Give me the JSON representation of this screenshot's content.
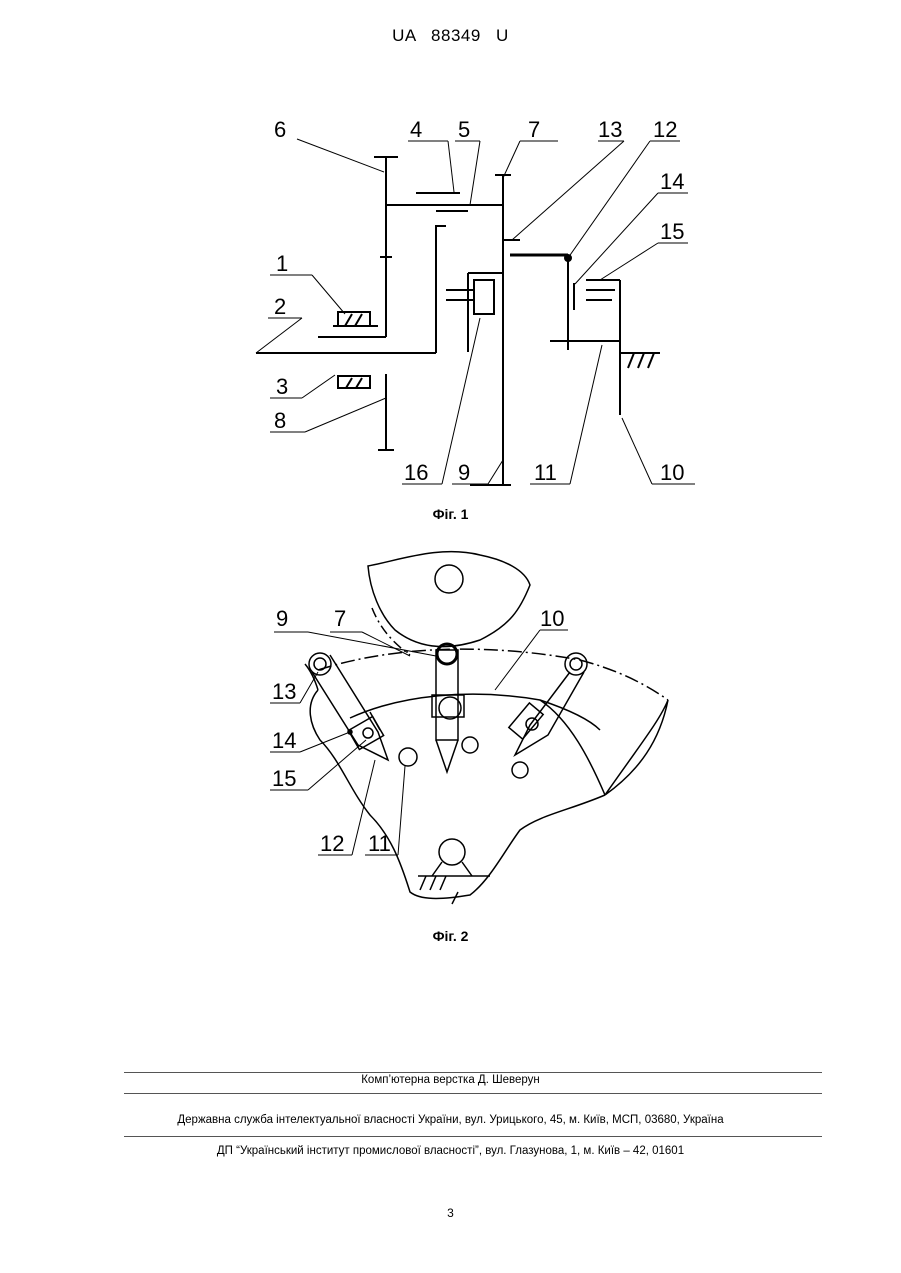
{
  "header": {
    "doc_number": "UA   88349   U"
  },
  "figure1": {
    "caption": "Фіг. 1",
    "labels": [
      "6",
      "4",
      "5",
      "7",
      "13",
      "12",
      "14",
      "15",
      "1",
      "2",
      "3",
      "8",
      "16",
      "9",
      "11",
      "10"
    ]
  },
  "figure2": {
    "caption": "Фіг. 2",
    "labels": [
      "9",
      "7",
      "10",
      "13",
      "14",
      "15",
      "12",
      "11"
    ]
  },
  "footer": {
    "layout_credit": "Комп’ютерна верстка Д. Шеверун",
    "agency": "Державна служба інтелектуальної власності України, вул. Урицького, 45, м. Київ, МСП, 03680, Україна",
    "institute": "ДП “Український інститут промислової власності”, вул. Глазунова, 1, м. Київ – 42, 01601"
  },
  "page_number": "3"
}
